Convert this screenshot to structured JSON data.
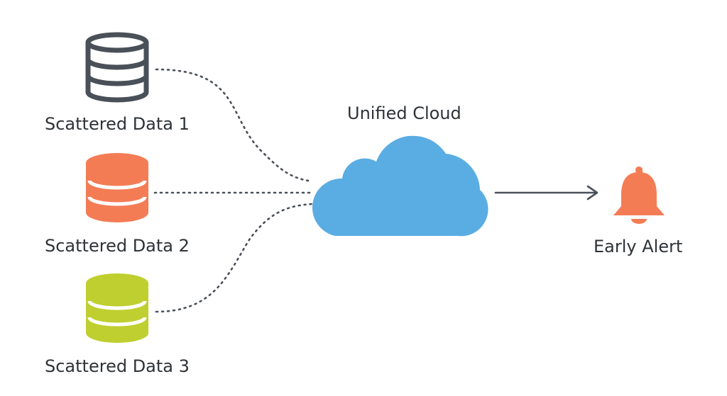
{
  "sources": [
    {
      "label": "Scattered Data 1",
      "color": "#4a5058",
      "icon": "database-icon"
    },
    {
      "label": "Scattered Data 2",
      "color": "#f47c55",
      "icon": "database-icon"
    },
    {
      "label": "Scattered Data 3",
      "color": "#bfcf2f",
      "icon": "database-icon"
    }
  ],
  "cloud": {
    "label": "Unified Cloud",
    "color": "#5aade2",
    "icon": "cloud-icon"
  },
  "alert": {
    "label": "Early Alert",
    "color": "#f47c55",
    "icon": "bell-icon"
  },
  "connector_color": "#4a5058"
}
